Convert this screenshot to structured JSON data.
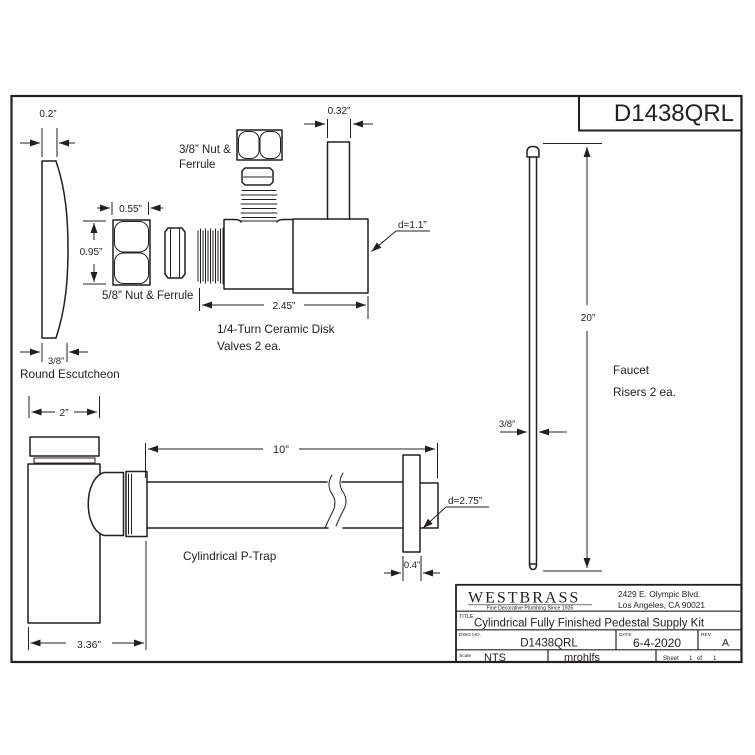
{
  "drawing_number_box": "D1438QRL",
  "colors": {
    "ink": "#231f20",
    "background": "#ffffff"
  },
  "escutcheon": {
    "dim_face_thickness": "0.2”",
    "dim_overall_depth": "3/8”",
    "label": "Round Escutcheon"
  },
  "nut_ferrule_5_8": {
    "dim_width": "0.55”",
    "dim_height": "0.95”",
    "label": "5/8” Nut & Ferrule"
  },
  "valve": {
    "nut_label_line1": "3/8” Nut &",
    "nut_label_line2": "Ferrule",
    "dim_outlet_diameter": "0.32”",
    "dim_body_diameter": "d=1.1”",
    "dim_length": "2.45”",
    "label_line1": "1/4-Turn Ceramic Disk",
    "label_line2": "Valves 2 ea."
  },
  "riser": {
    "dim_length": "20”",
    "dim_tube_diameter": "3/8”",
    "label_line1": "Faucet",
    "label_line2": "Risers 2 ea."
  },
  "ptrap": {
    "dim_cap_width": "2”",
    "dim_pipe_length": "10”",
    "dim_flange_diameter": "d=2.75”",
    "dim_flange_thickness": "0.4”",
    "dim_body_width": "3.36”",
    "label": "Cylindrical P-Trap"
  },
  "title_block": {
    "brand": "WESTBRASS",
    "brand_tagline": "Fine Decorative Plumbing Since 1935",
    "address_line1": "2429 E. Olympic Blvd.",
    "address_line2": "Los Angeles, CA 90021",
    "title_label": "TITLE",
    "title": "Cylindrical Fully Finished Pedestal Supply Kit",
    "dwg_no_label": "DWG NO.",
    "dwg_no": "D1438QRL",
    "date_label": "DATE",
    "date": "6-4-2020",
    "rev_label": "REV",
    "rev": "A",
    "scale_label": "Scale",
    "scale": "NTS",
    "author": "mrohlfs",
    "sheet_label": "Sheet",
    "sheet_num": "1",
    "sheet_of": "of",
    "sheet_total": "1"
  }
}
